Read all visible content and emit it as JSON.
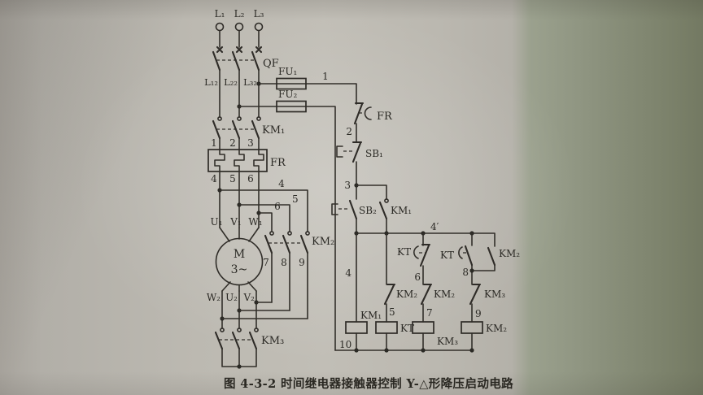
{
  "labels": {
    "power": {
      "l1": "L₁",
      "l2": "L₂",
      "l3": "L₃",
      "qf": "QF",
      "l12": "L₁₂",
      "l22": "L₂₂",
      "l32": "L₃₂",
      "fu1": "FU₁",
      "fu2": "FU₂",
      "km1": "KM₁",
      "fr": "FR",
      "fr_top": [
        "1",
        "2",
        "3"
      ],
      "fr_bottom": [
        "4",
        "5",
        "6"
      ],
      "wire4": "4",
      "wire5": "5",
      "wire6": "6",
      "km2": "KM₂",
      "n7": "7",
      "n8": "8",
      "n9": "9",
      "u1": "U₁",
      "v1": "V₁",
      "w1": "W₁",
      "motor": "M",
      "phase": "3~",
      "w2": "W₂",
      "u2": "U₂",
      "v2": "V₂",
      "km3": "KM₃"
    },
    "control": {
      "n1": "1",
      "fr": "FR",
      "n2": "2",
      "sb1": "SB₁",
      "n3": "3",
      "sb2": "SB₂",
      "km1_no": "KM₁",
      "n4p": "4′",
      "n4": "4",
      "n10": "10",
      "kt_nc": "KT",
      "n6": "6",
      "kt_no": "KT",
      "km2_no": "KM₂",
      "n8": "8",
      "km2_nc_a": "KM₂",
      "n5": "5",
      "km2_nc_b": "KM₂",
      "n7": "7",
      "km3_nc": "KM₃",
      "n9": "9",
      "km1_coil": "KM₁",
      "kt_coil": "KT",
      "km3_coil": "KM₃",
      "km2_coil": "KM₂"
    },
    "caption": "图 4-3-2  时间继电器接触器控制 Y-△形降压启动电路"
  }
}
